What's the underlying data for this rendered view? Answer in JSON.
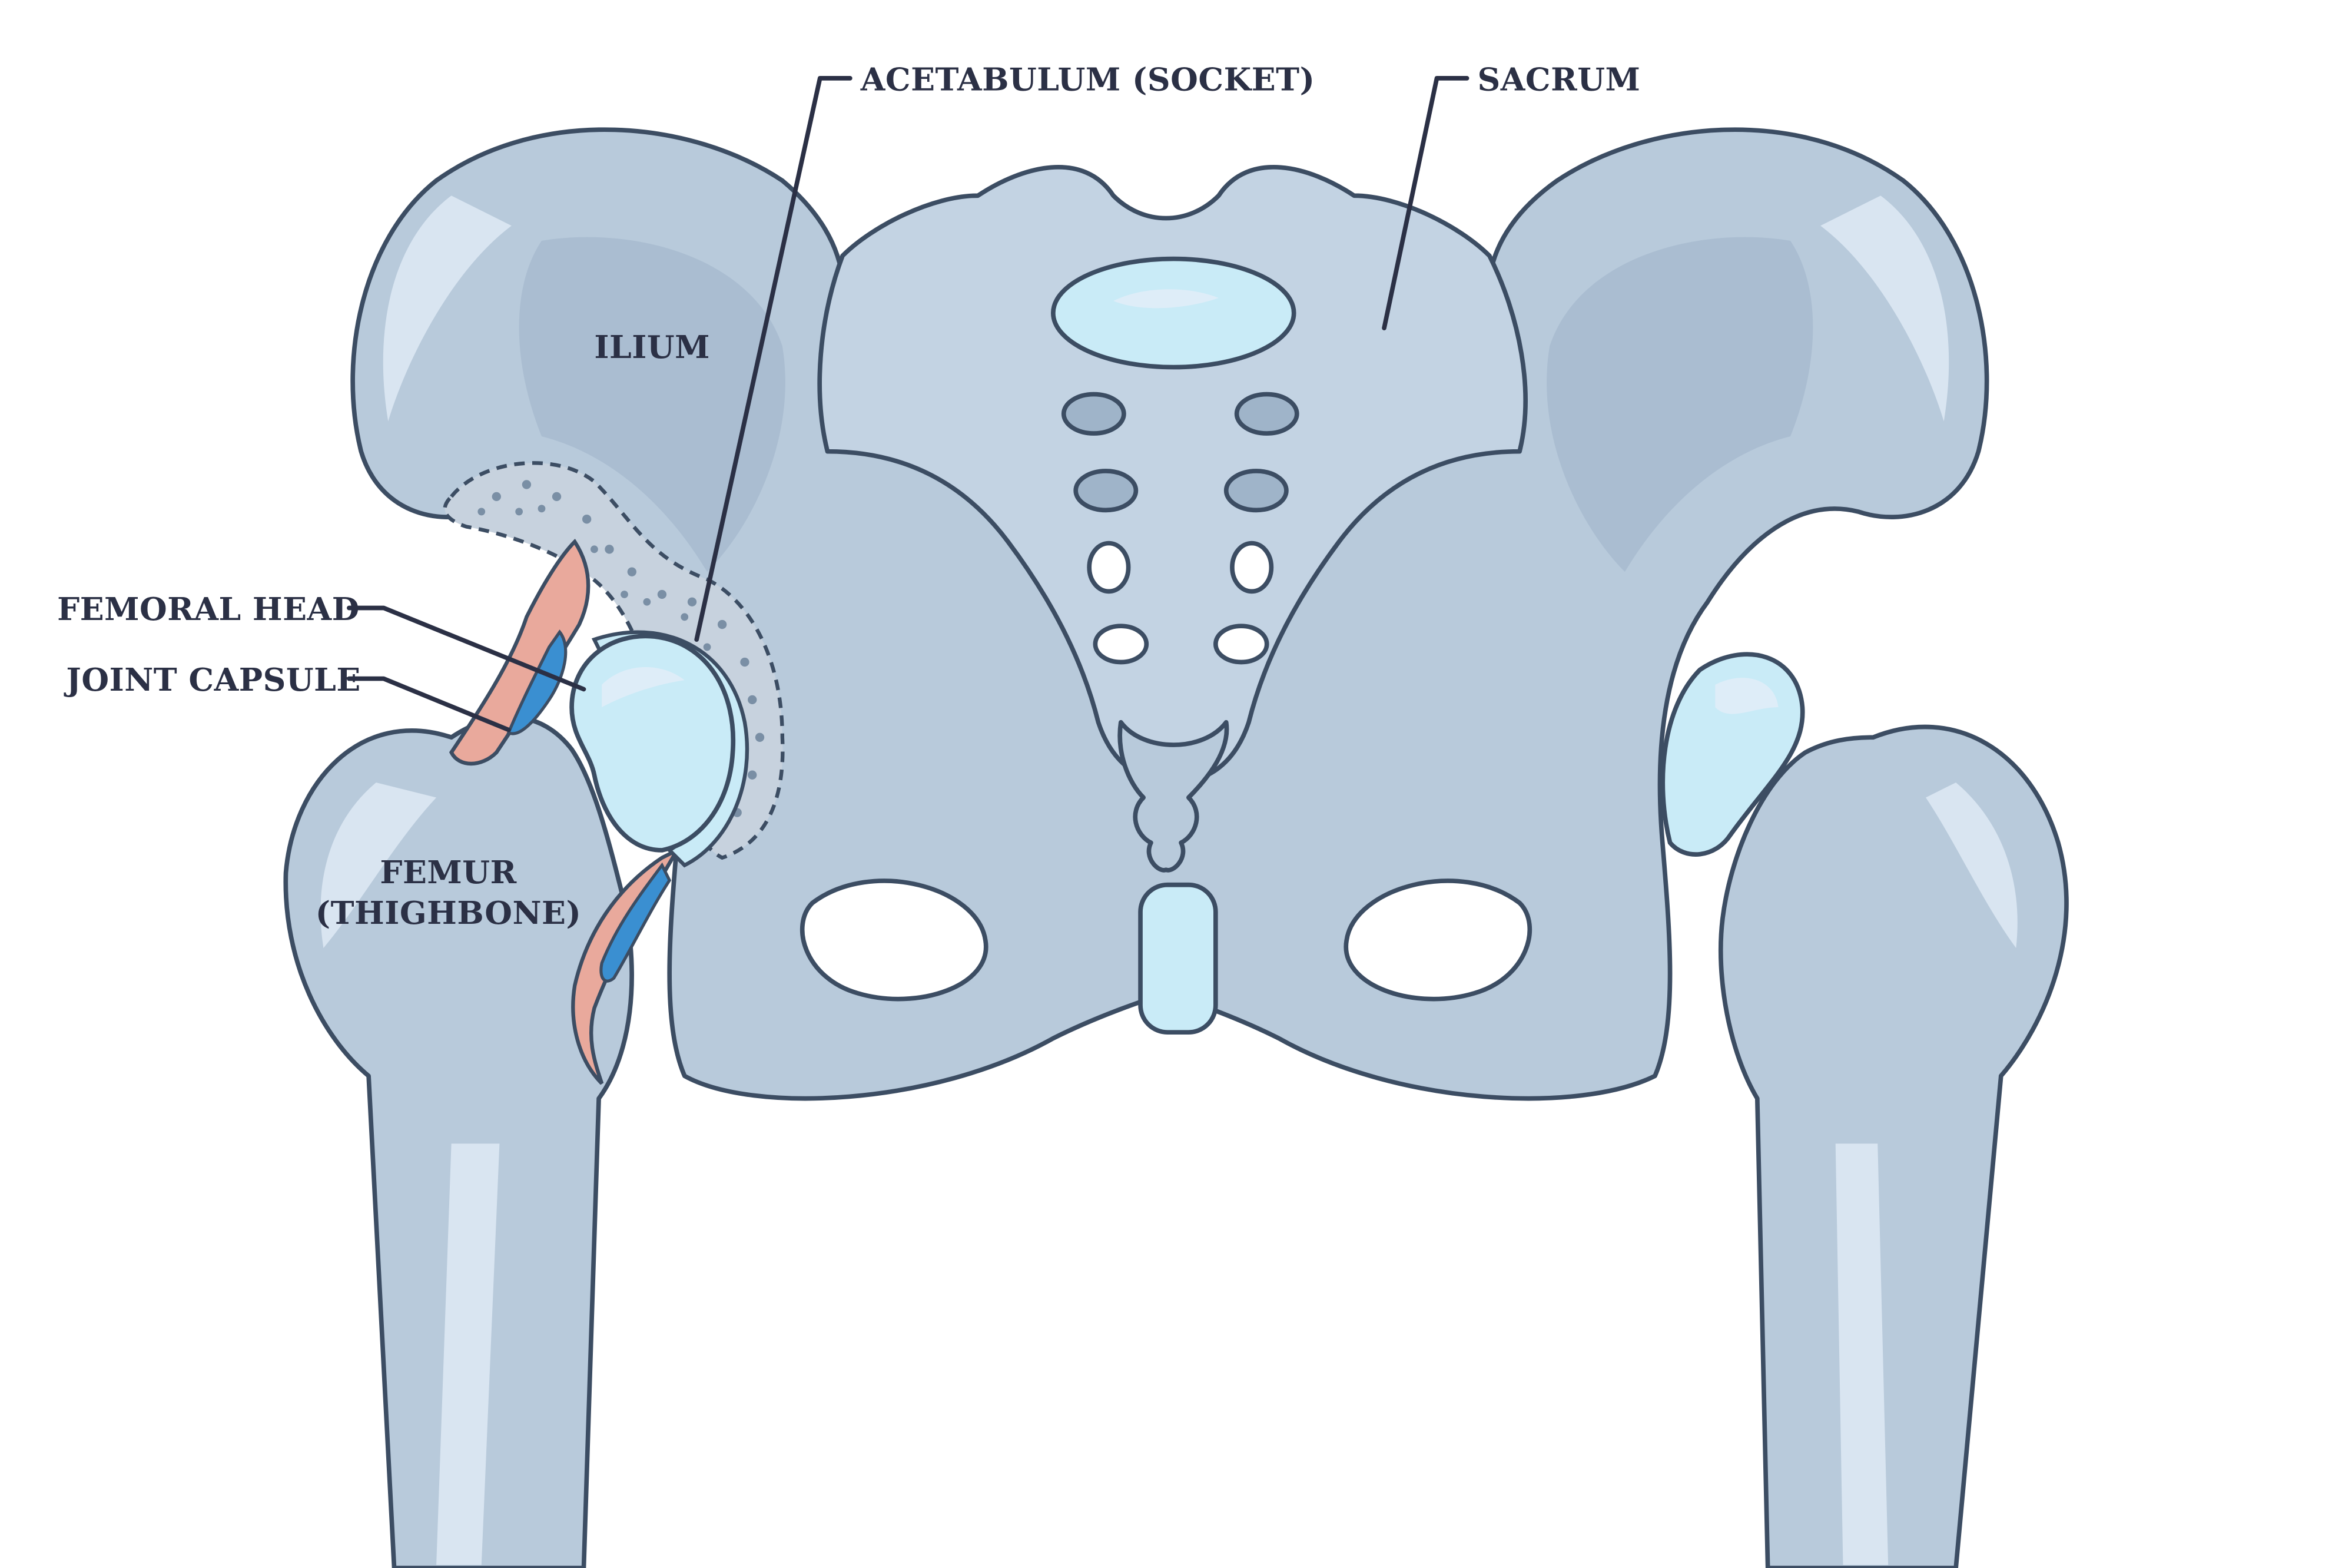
{
  "labels": {
    "acetabulum": "ACETABULUM (SOCKET)",
    "sacrum": "SACRUM",
    "ilium": "ILIUM",
    "femoral_head": "FEMORAL HEAD",
    "joint_capsule": "JOINT CAPSULE",
    "femur_line1": "FEMUR",
    "femur_line2": "(THIGHBONE)"
  },
  "colors": {
    "bone": "#b8cadb",
    "bone_light": "#d9e5f0",
    "bone_dark": "#9fb4c9",
    "outline": "#3c4d63",
    "cartilage": "#c9ebf7",
    "synovial": "#3a8fd1",
    "capsule": "#e9a99c",
    "label_text": "#2b3045"
  }
}
